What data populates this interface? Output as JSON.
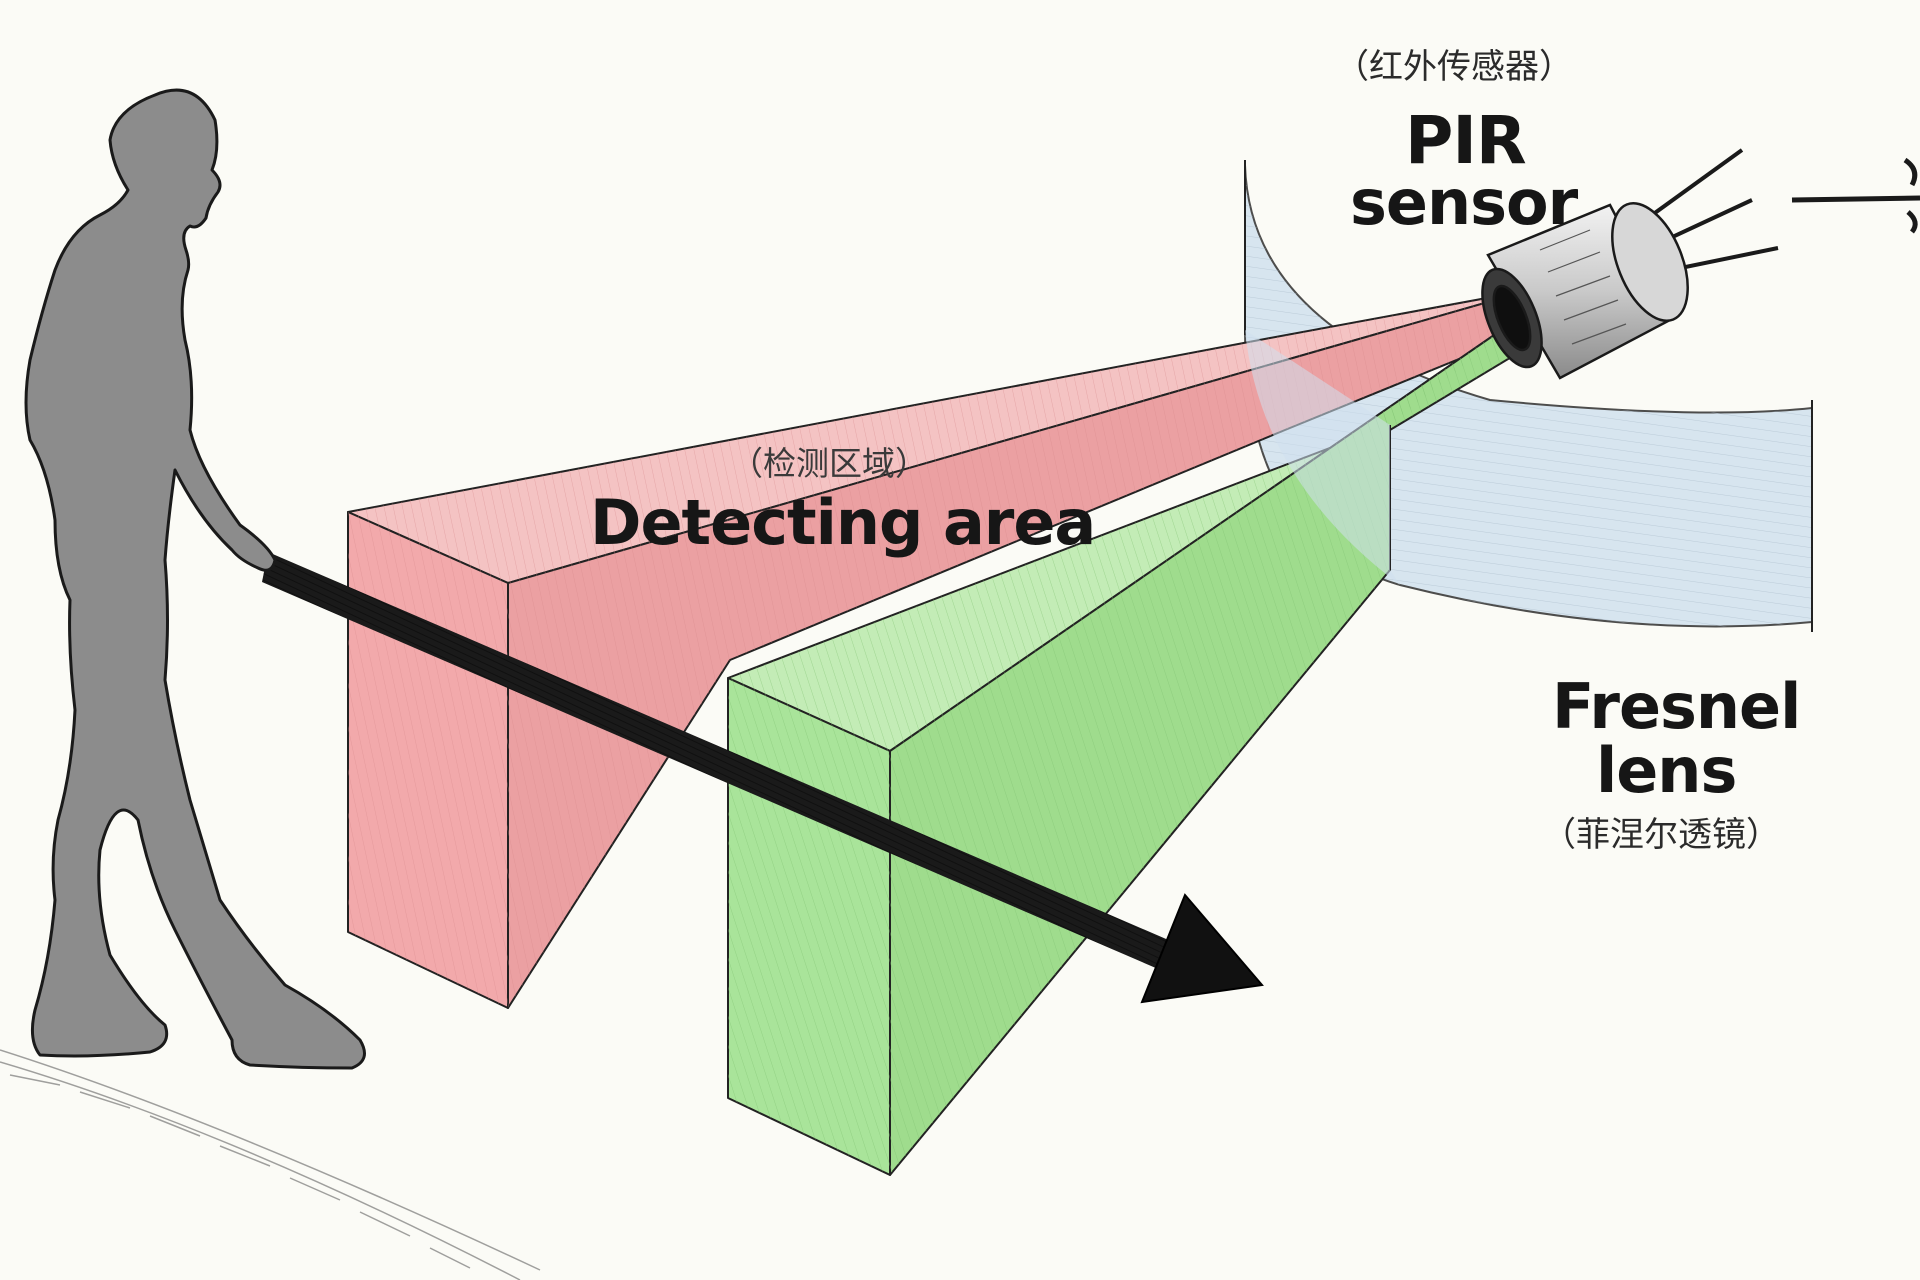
{
  "labels": {
    "pir_sensor_cn": "（红外传感器）",
    "pir_sensor_line1": "PIR",
    "pir_sensor_line2": "sensor",
    "detecting_area_cn": "（检测区域）",
    "detecting_area": "Detecting area",
    "fresnel_line1": "Fresnel",
    "fresnel_line2": "lens",
    "fresnel_cn": "（菲涅尔透镜）"
  },
  "colors": {
    "background": "#fbfbf6",
    "detection_zone_red": "#f2a9ab",
    "detection_zone_green": "#a9e49a",
    "lens": "#cfe0ee",
    "person": "#8c8c8c",
    "ink": "#161616"
  },
  "icons": {
    "person": "person-silhouette-icon",
    "sensor": "pir-sensor-icon",
    "motion": "arrow-right-icon"
  }
}
